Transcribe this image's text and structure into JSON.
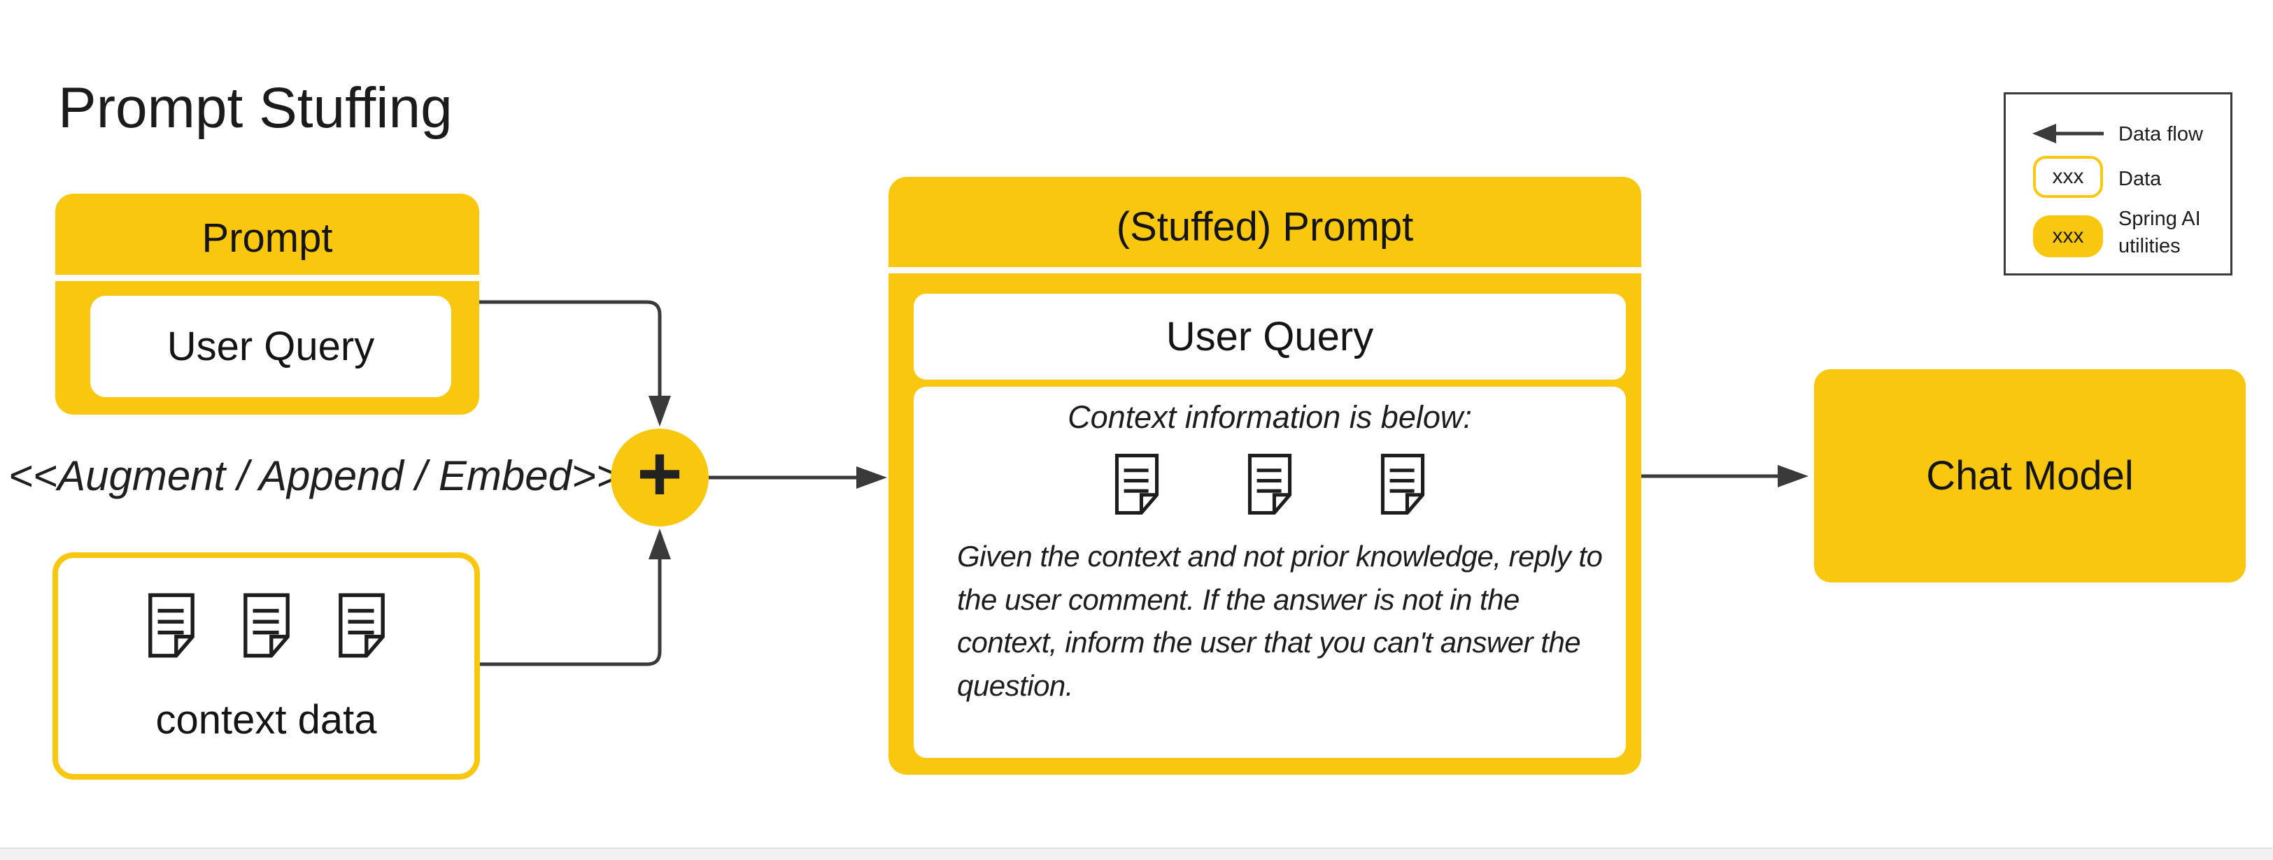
{
  "title": "Prompt Stuffing",
  "colors": {
    "yellow": "#F8C70E",
    "arrow_gray": "#3A3A3A",
    "ink": "#1B1B1B",
    "footer_strip": "#F1F1F2"
  },
  "prompt_box": {
    "title": "Prompt",
    "user_query": "User Query"
  },
  "operator": {
    "augment_label": "<<Augment / Append / Embed>>",
    "plus": "+"
  },
  "context_box": {
    "label": "context data"
  },
  "stuffed_box": {
    "title": "(Stuffed) Prompt",
    "user_query": "User Query",
    "context_heading": "Context information is below:",
    "instruction": "Given the context and not prior knowledge, reply to the user comment. If the answer is not in the context, inform the user that you can't answer the question."
  },
  "chat_model_box": {
    "label": "Chat Model"
  },
  "legend": {
    "rows": [
      {
        "label": "Data flow"
      },
      {
        "sample": "xxx",
        "label": "Data"
      },
      {
        "sample": "xxx",
        "label": "Spring AI utilities"
      }
    ]
  }
}
